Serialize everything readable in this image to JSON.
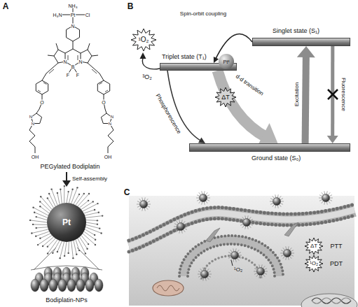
{
  "diagram": {
    "nodes": [
      {
        "text": [
          "Singlet state (S₁)"
        ]
      },
      {
        "text": [
          "Triplet state (T₁)"
        ]
      },
      {
        "text": [
          "Ptᴵᴵ"
        ]
      },
      {
        "text": [
          "Ground state (S₀)"
        ]
      },
      {
        "text": [
          "¹O₂"
        ]
      },
      {
        "text": [
          "ΔT"
        ]
      },
      {
        "text": [
          "Pt"
        ]
      },
      {
        "text": [
          "ΔT"
        ]
      },
      {
        "text": [
          "¹O₂"
        ]
      }
    ],
    "edges": [
      {
        "from": 3,
        "to": 0,
        "arrow": "to",
        "label": "Excitation"
      },
      {
        "from": 0,
        "to": 3,
        "arrow": "to",
        "label": "Fluorescence"
      },
      {
        "from": 0,
        "to": 1,
        "arrow": "to",
        "label": "Spin-orbit coupling"
      },
      {
        "from": 1,
        "to": 3,
        "arrow": "to",
        "label": "Phosphorescence"
      },
      {
        "from": 1,
        "to": 3,
        "arrow": "to",
        "label": "d-d transition"
      }
    ],
    "labels": [
      "A",
      "NH₃",
      "H₃N",
      "Pt",
      "Cl",
      "N",
      "N",
      "N",
      "B",
      "F",
      "F",
      "O",
      "O",
      "N",
      "N",
      "N",
      "N",
      "OH",
      "OH",
      "PEGylated Bodiplatin",
      "Self-assembly",
      "Bodiplatin-NPs",
      "B",
      "³O₂",
      "C",
      "¹O₂",
      "PTT",
      "PDT"
    ]
  }
}
